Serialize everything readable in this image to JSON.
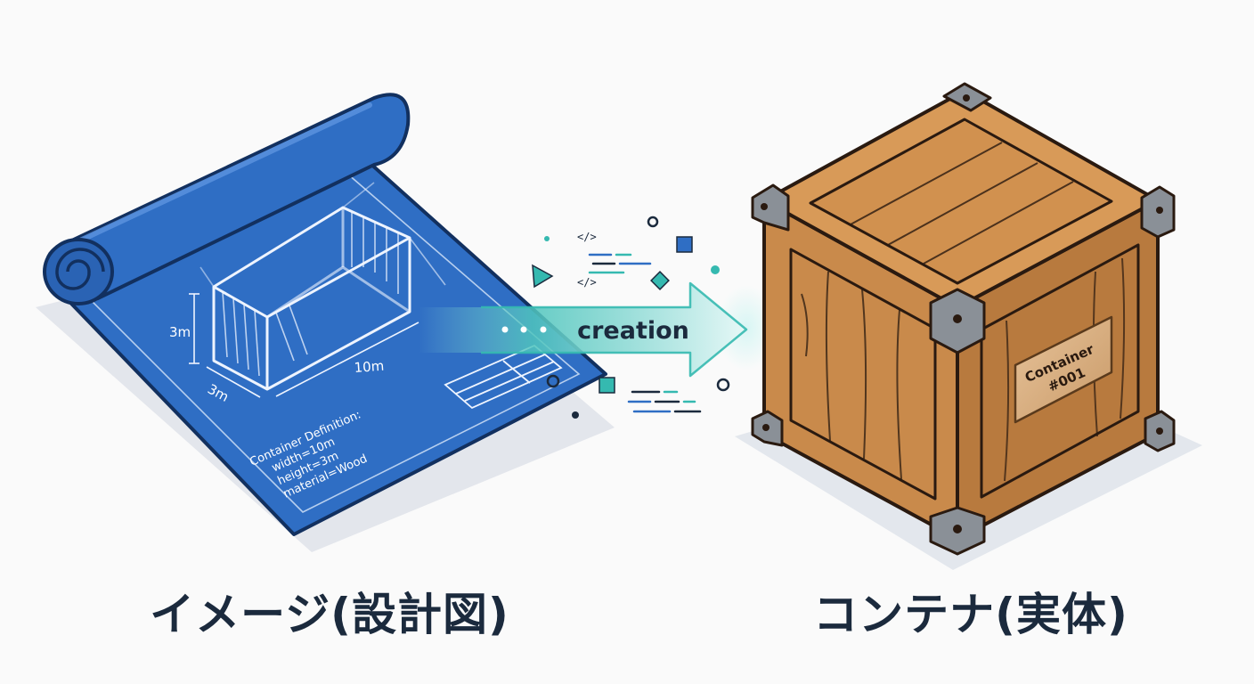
{
  "blueprint": {
    "dim_height": "3m",
    "dim_depth": "3m",
    "dim_width": "10m",
    "definition_lines": [
      "Container Definition:",
      "width=10m",
      "height=3m",
      "material=Wood"
    ]
  },
  "arrow": {
    "label": "creation",
    "code_tags": [
      "</>",
      "</>"
    ]
  },
  "crate": {
    "plate_lines": [
      "Container",
      "#001"
    ]
  },
  "captions": {
    "left": "イメージ(設計図)",
    "right": "コンテナ(実体)"
  },
  "colors": {
    "blueprint": "#2f6ec4",
    "blueprint_dark": "#1f4fa0",
    "arrow_teal": "#35b9b0",
    "wood": "#c98a4b",
    "wood_dark": "#a86a33",
    "metal": "#8a9097",
    "text_dark": "#1b2a3d"
  }
}
